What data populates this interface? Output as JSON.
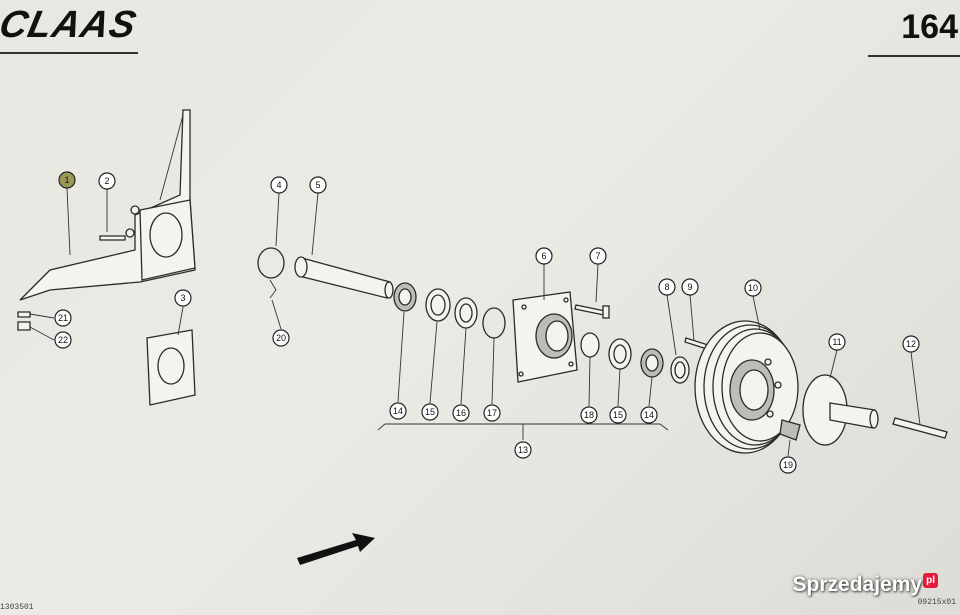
{
  "header": {
    "brand": "CLAAS",
    "page_number": "164"
  },
  "footer": {
    "left_code": "1303501",
    "right_code": "09215x01"
  },
  "watermark": {
    "text": "Sprzedajemy",
    "badge": "pl"
  },
  "callouts": [
    {
      "label": "1"
    },
    {
      "label": "2"
    },
    {
      "label": "3"
    },
    {
      "label": "4"
    },
    {
      "label": "5"
    },
    {
      "label": "6"
    },
    {
      "label": "7"
    },
    {
      "label": "8"
    },
    {
      "label": "9"
    },
    {
      "label": "10"
    },
    {
      "label": "11"
    },
    {
      "label": "12"
    },
    {
      "label": "13"
    },
    {
      "label": "14"
    },
    {
      "label": "15"
    },
    {
      "label": "16"
    },
    {
      "label": "17"
    },
    {
      "label": "18"
    },
    {
      "label": "15"
    },
    {
      "label": "14"
    },
    {
      "label": "19"
    },
    {
      "label": "20"
    },
    {
      "label": "21"
    },
    {
      "label": "22"
    }
  ],
  "colors": {
    "highlight_callout": "#9a9a56",
    "ink": "#222222",
    "paper": "#e8e7e2"
  }
}
